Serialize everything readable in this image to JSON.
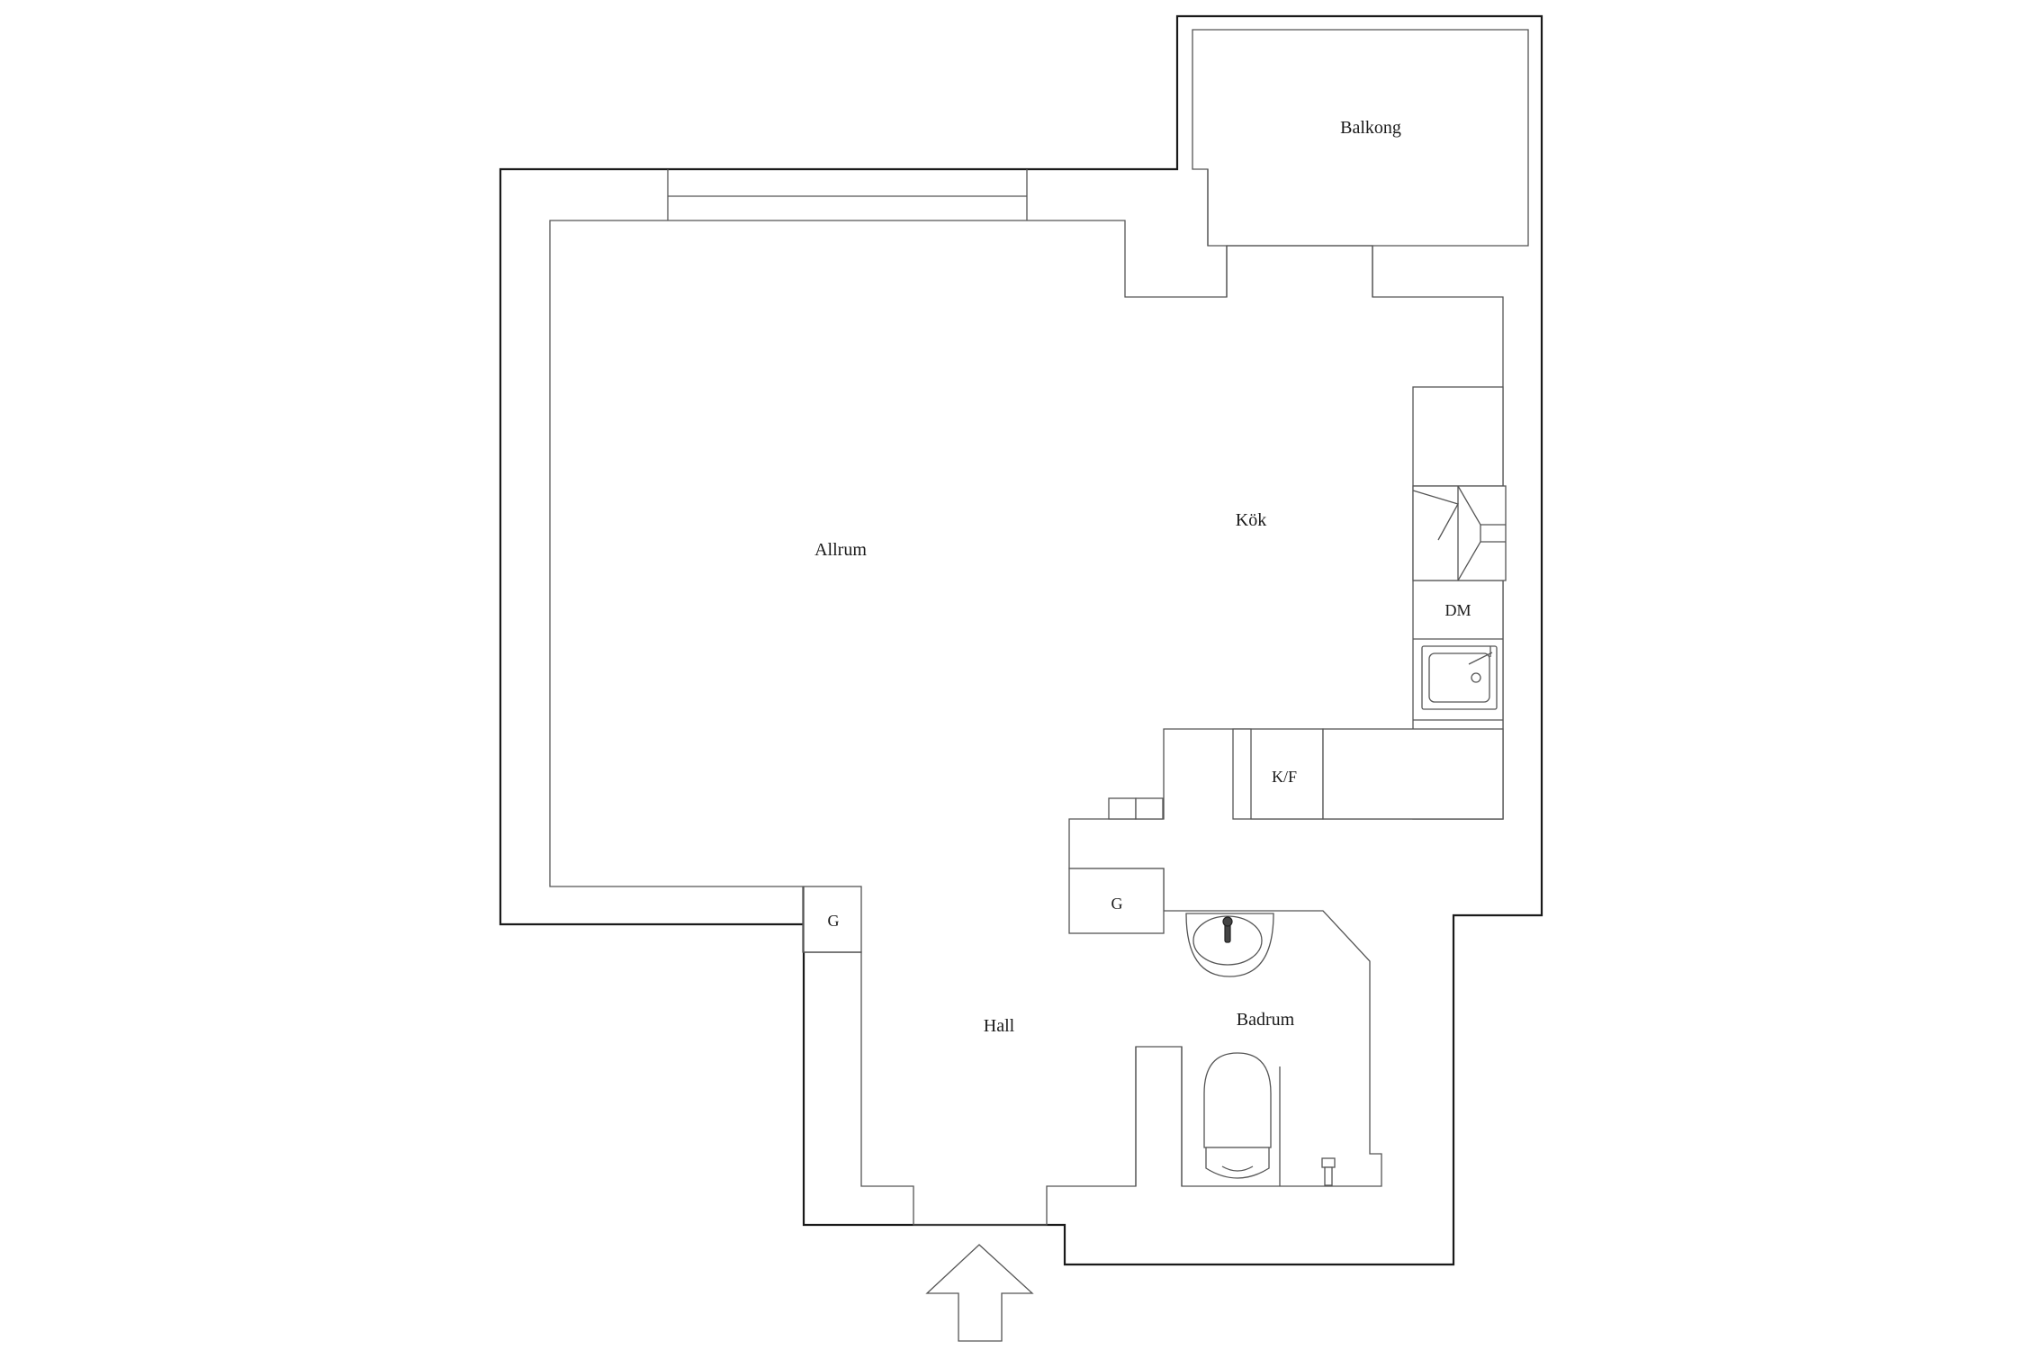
{
  "rooms": {
    "balcony": "Balkong",
    "living_room": "Allrum",
    "kitchen": "Kök",
    "hall": "Hall",
    "bathroom": "Badrum"
  },
  "fixtures": {
    "dishwasher": "DM",
    "fridge_freezer": "K/F",
    "wardrobe_hall": "G",
    "wardrobe_bath_wall": "G"
  },
  "icons": {
    "entrance": "entrance-arrow-icon",
    "stove": "stove-icon",
    "kitchen_sink": "kitchen-sink-icon",
    "washbasin": "washbasin-icon",
    "toilet": "toilet-icon",
    "floor_drain": "floor-drain-icon"
  },
  "colors": {
    "wall": "#1a1a1a",
    "inner_line": "#555555",
    "background": "#ffffff"
  }
}
